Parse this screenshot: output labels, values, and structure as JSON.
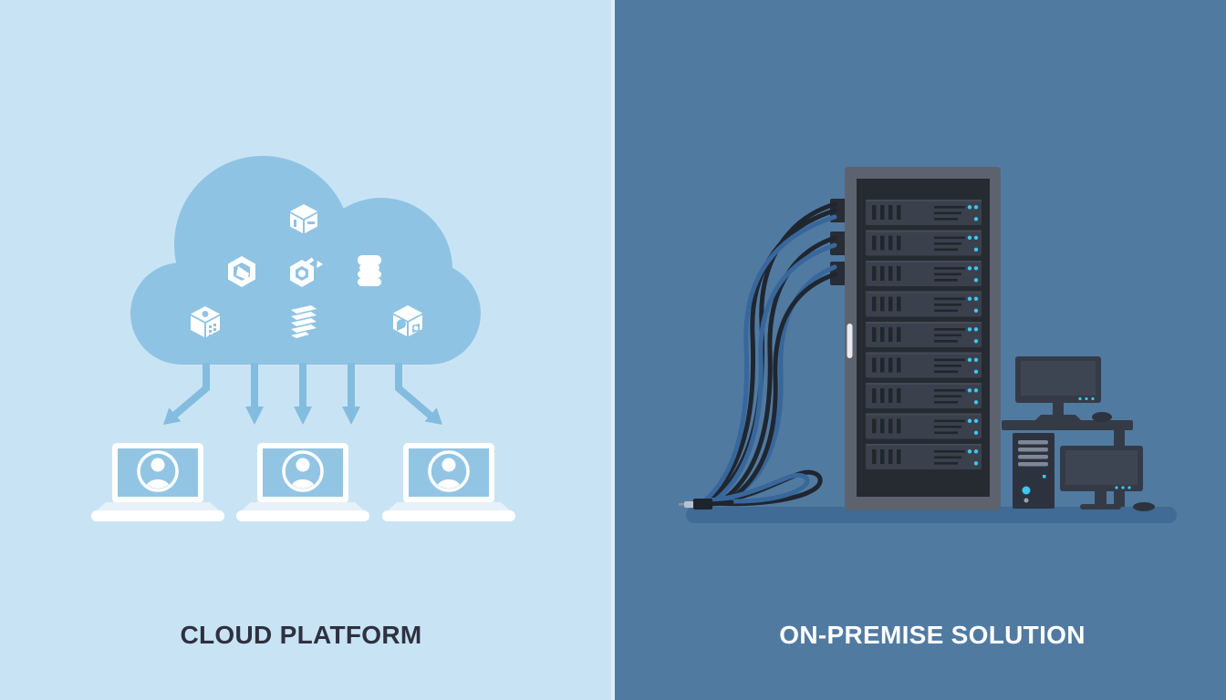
{
  "left_panel": {
    "title": "CLOUD PLATFORM",
    "title_color": "#2e3140",
    "background_color": "#c8e4f4",
    "cloud": {
      "color": "#8fc3e3",
      "icon_color": "#ffffff",
      "service_icons": [
        "package-cube",
        "network-hexagon",
        "gear",
        "database",
        "storage-grid-cube",
        "data-layers",
        "modules-cube"
      ]
    },
    "arrows": {
      "count": 5,
      "color": "#84bcdf",
      "direction": "down"
    },
    "laptops": {
      "count": 3,
      "body_color": "#ffffff",
      "screen_color": "#92c5e4",
      "screen_content": "user-avatar"
    }
  },
  "right_panel": {
    "title": "ON-PREMISE SOLUTION",
    "title_color": "#ffffff",
    "background_color": "#517aa1",
    "server_rack": {
      "units": 9,
      "frame_color": "#5c636e",
      "cavity_color": "#262b32",
      "unit_color": "#3a414d",
      "led_color": "#3fc6ef",
      "handle_color": "#e9ebee",
      "port_blocks": 3
    },
    "cables": {
      "colors": [
        "#1f2630",
        "#38679b"
      ],
      "ends_in": "power-plug"
    },
    "floor_color": "#3f6b95",
    "workstation": {
      "monitors": 2,
      "pc_towers": 1,
      "mice": 2,
      "desks": 1,
      "accent_led_color": "#3fc6ef"
    }
  }
}
